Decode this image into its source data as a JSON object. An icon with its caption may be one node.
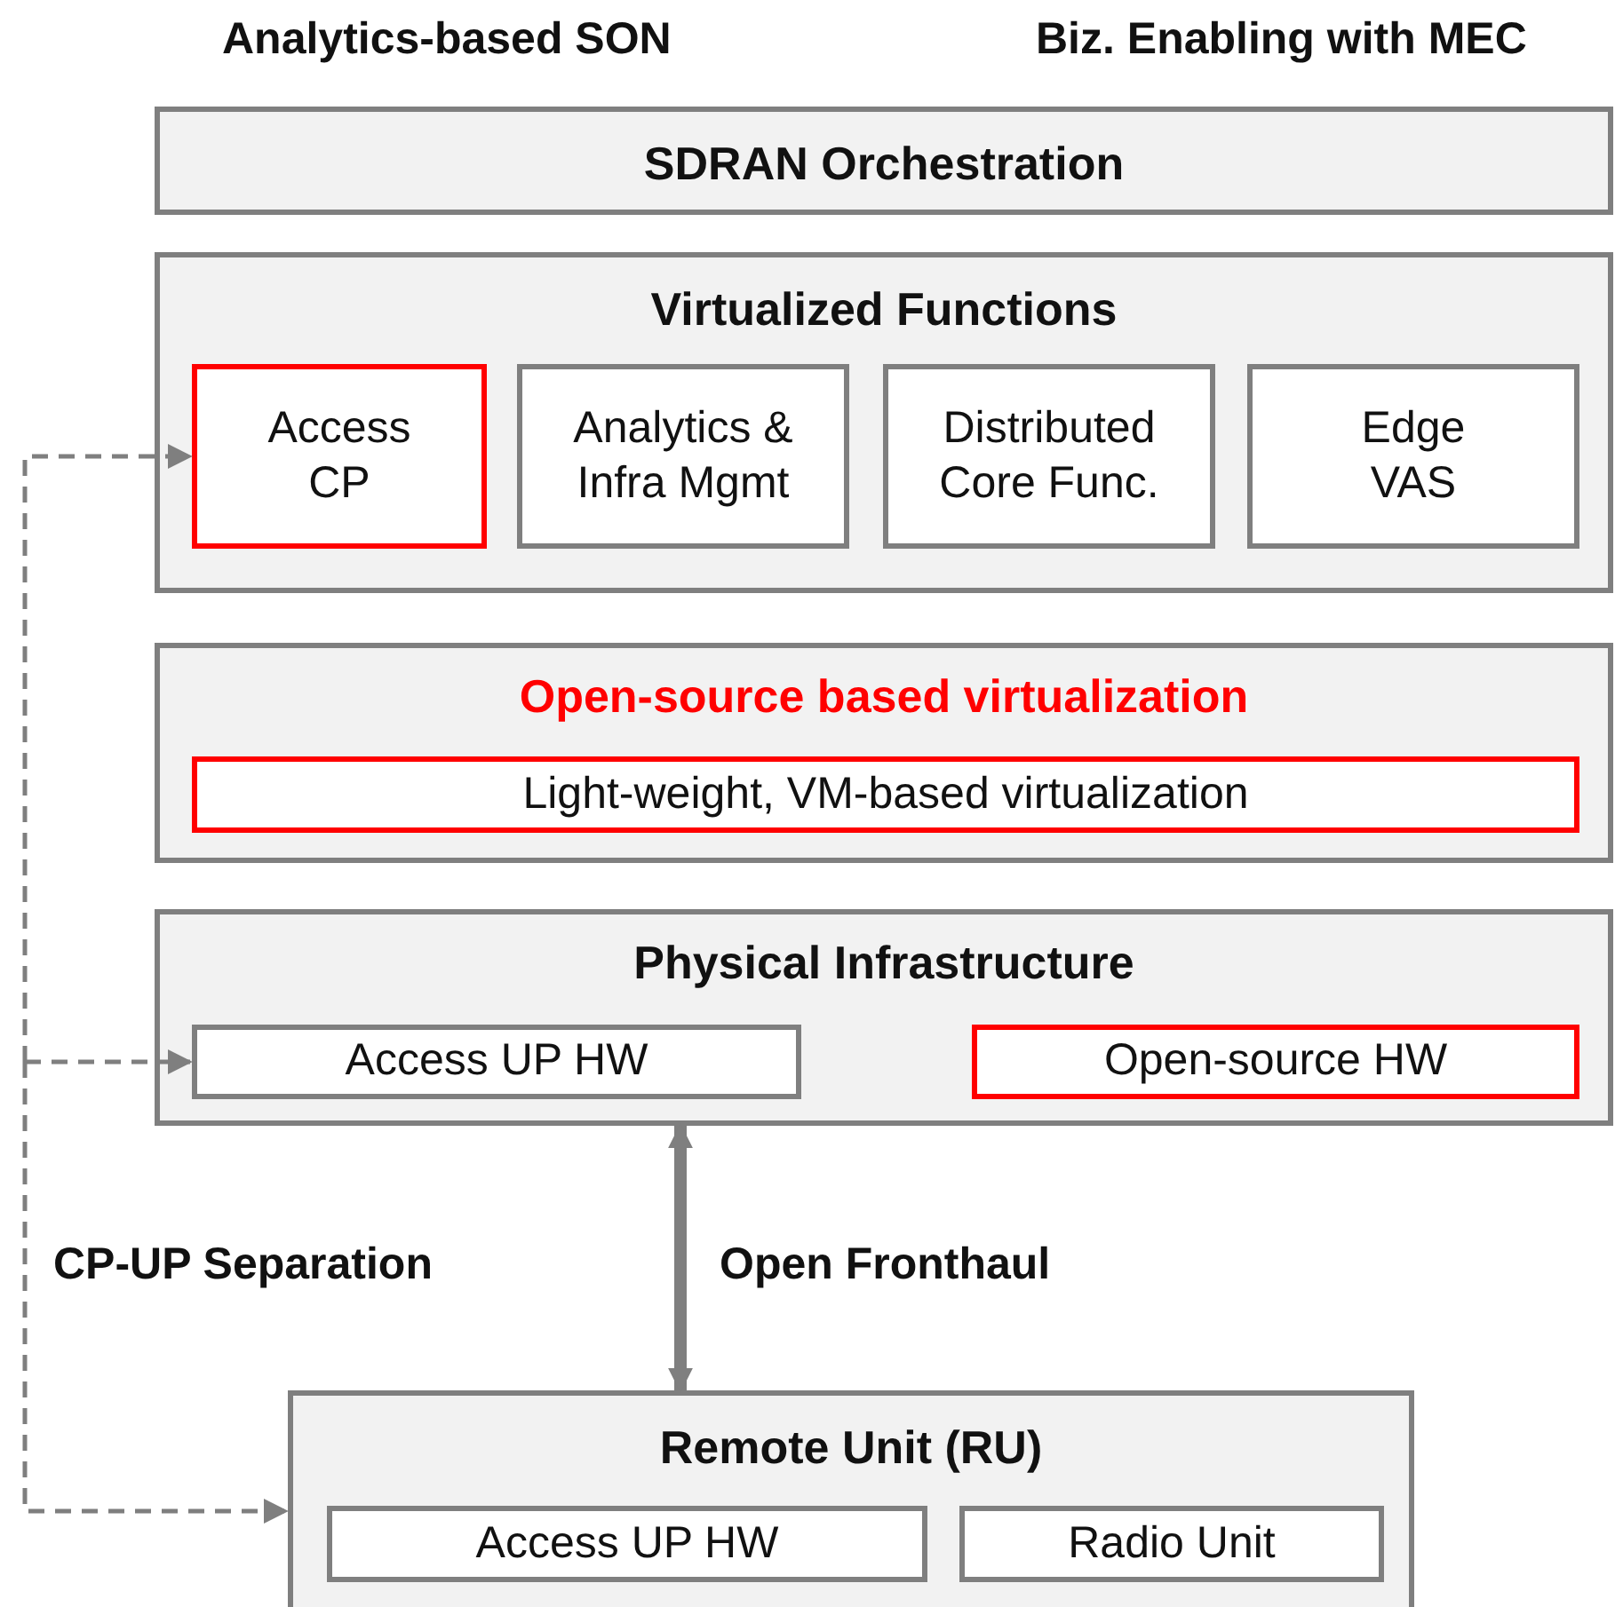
{
  "diagram": {
    "nodes": [
      {
        "text": [
          "SDRAN Orchestration"
        ]
      },
      {
        "text": [
          "Virtualized Functions"
        ]
      },
      {
        "text": [
          "Access CP"
        ],
        "in": 1
      },
      {
        "text": [
          "Analytics & Infra Mgmt"
        ],
        "in": 1
      },
      {
        "text": [
          "Distributed Core Func."
        ],
        "in": 1
      },
      {
        "text": [
          "Edge VAS"
        ],
        "in": 1
      },
      {
        "text": [
          "Open-source based virtualization"
        ]
      },
      {
        "text": [
          "Light-weight, VM-based virtualization"
        ],
        "in": 6
      },
      {
        "text": [
          "Physical Infrastructure"
        ]
      },
      {
        "text": [
          "Access UP HW"
        ],
        "in": 8
      },
      {
        "text": [
          "Open-source HW"
        ],
        "in": 8
      },
      {
        "text": [
          "Remote Unit (RU)"
        ]
      },
      {
        "text": [
          "Access UP HW"
        ],
        "in": 11
      },
      {
        "text": [
          "Radio Unit"
        ],
        "in": 11
      }
    ],
    "edges": [
      {
        "from": null,
        "to": 2,
        "arrow": "to",
        "style": "dashed"
      },
      {
        "from": null,
        "to": 9,
        "arrow": "to",
        "style": "dashed"
      },
      {
        "from": null,
        "to": 11,
        "arrow": "to",
        "style": "dashed"
      },
      {
        "from": 8,
        "to": 11,
        "arrow": "both",
        "style": "thick",
        "label": "Open Fronthaul"
      }
    ],
    "labels": [
      "Analytics-based SON",
      "Biz. Enabling with MEC",
      "CP-UP Separation"
    ]
  }
}
